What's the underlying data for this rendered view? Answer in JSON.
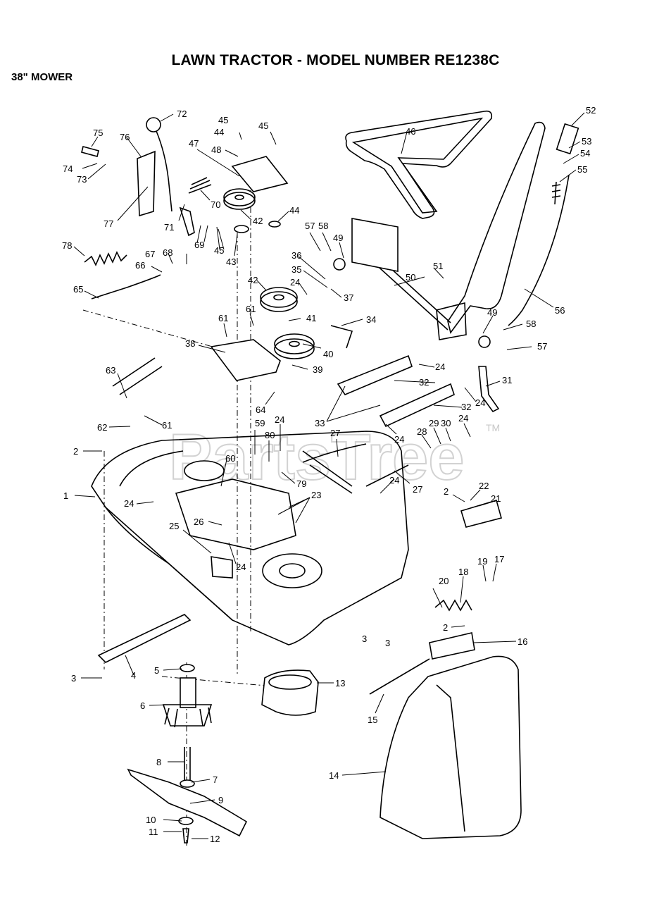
{
  "header": {
    "title": "LAWN TRACTOR - MODEL NUMBER RE1238C",
    "subtitle": "38\" MOWER"
  },
  "watermark": {
    "text": "PartsTree",
    "trademark": "TM"
  },
  "callouts": {
    "c1": "1",
    "c2a": "2",
    "c2b": "2",
    "c2c": "2",
    "c3a": "3",
    "c3b": "3",
    "c3c": "3",
    "c4": "4",
    "c5": "5",
    "c6": "6",
    "c7": "7",
    "c8": "8",
    "c9": "9",
    "c10": "10",
    "c11": "11",
    "c12": "12",
    "c13": "13",
    "c14": "14",
    "c15": "15",
    "c16": "16",
    "c17": "17",
    "c18": "18",
    "c19": "19",
    "c20": "20",
    "c21": "21",
    "c22": "22",
    "c23": "23",
    "c24a": "24",
    "c24b": "24",
    "c24c": "24",
    "c24d": "24",
    "c24e": "24",
    "c24f": "24",
    "c24g": "24",
    "c24h": "24",
    "c24i": "24",
    "c25": "25",
    "c26": "26",
    "c27a": "27",
    "c27b": "27",
    "c28": "28",
    "c29": "29",
    "c30": "30",
    "c31": "31",
    "c32a": "32",
    "c32b": "32",
    "c33": "33",
    "c34": "34",
    "c35": "35",
    "c36": "36",
    "c37": "37",
    "c38": "38",
    "c39": "39",
    "c40": "40",
    "c41": "41",
    "c42a": "42",
    "c42b": "42",
    "c43": "43",
    "c44a": "44",
    "c44b": "44",
    "c45a": "45",
    "c45b": "45",
    "c45c": "45",
    "c46": "46",
    "c47": "47",
    "c48": "48",
    "c49a": "49",
    "c49b": "49",
    "c50": "50",
    "c51": "51",
    "c52": "52",
    "c53": "53",
    "c54": "54",
    "c55": "55",
    "c56": "56",
    "c57a": "57",
    "c57b": "57",
    "c58a": "58",
    "c58b": "58",
    "c59": "59",
    "c60": "60",
    "c61a": "61",
    "c61b": "61",
    "c61c": "61",
    "c62": "62",
    "c63": "63",
    "c64": "64",
    "c65": "65",
    "c66": "66",
    "c67": "67",
    "c68": "68",
    "c69": "69",
    "c70": "70",
    "c71": "71",
    "c72": "72",
    "c73": "73",
    "c74": "74",
    "c75": "75",
    "c76": "76",
    "c77": "77",
    "c78": "78",
    "c79": "79",
    "c80": "80"
  }
}
